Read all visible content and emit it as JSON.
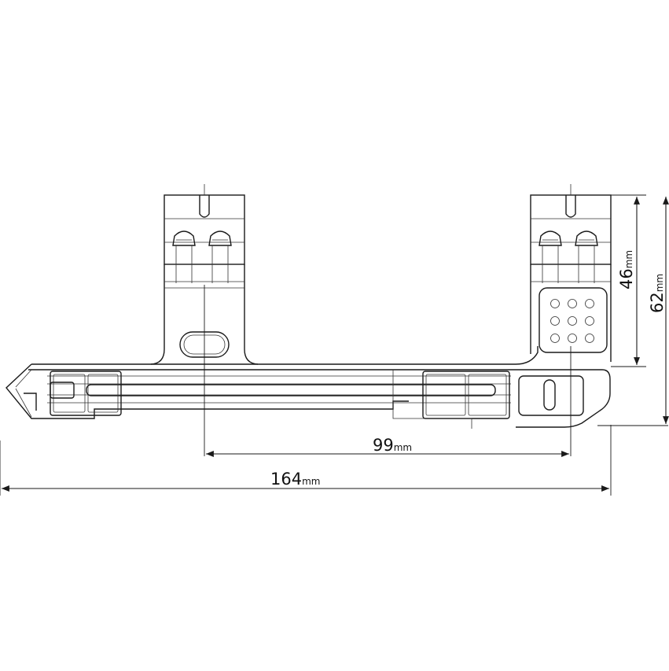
{
  "dimensions": {
    "width_164": {
      "value": "164",
      "unit": "mm"
    },
    "spacing_99": {
      "value": "99",
      "unit": "mm"
    },
    "height_46": {
      "value": "46",
      "unit": "mm"
    },
    "height_62": {
      "value": "62",
      "unit": "mm"
    }
  },
  "colors": {
    "line": "#1a1a1a",
    "background": "#ffffff"
  }
}
